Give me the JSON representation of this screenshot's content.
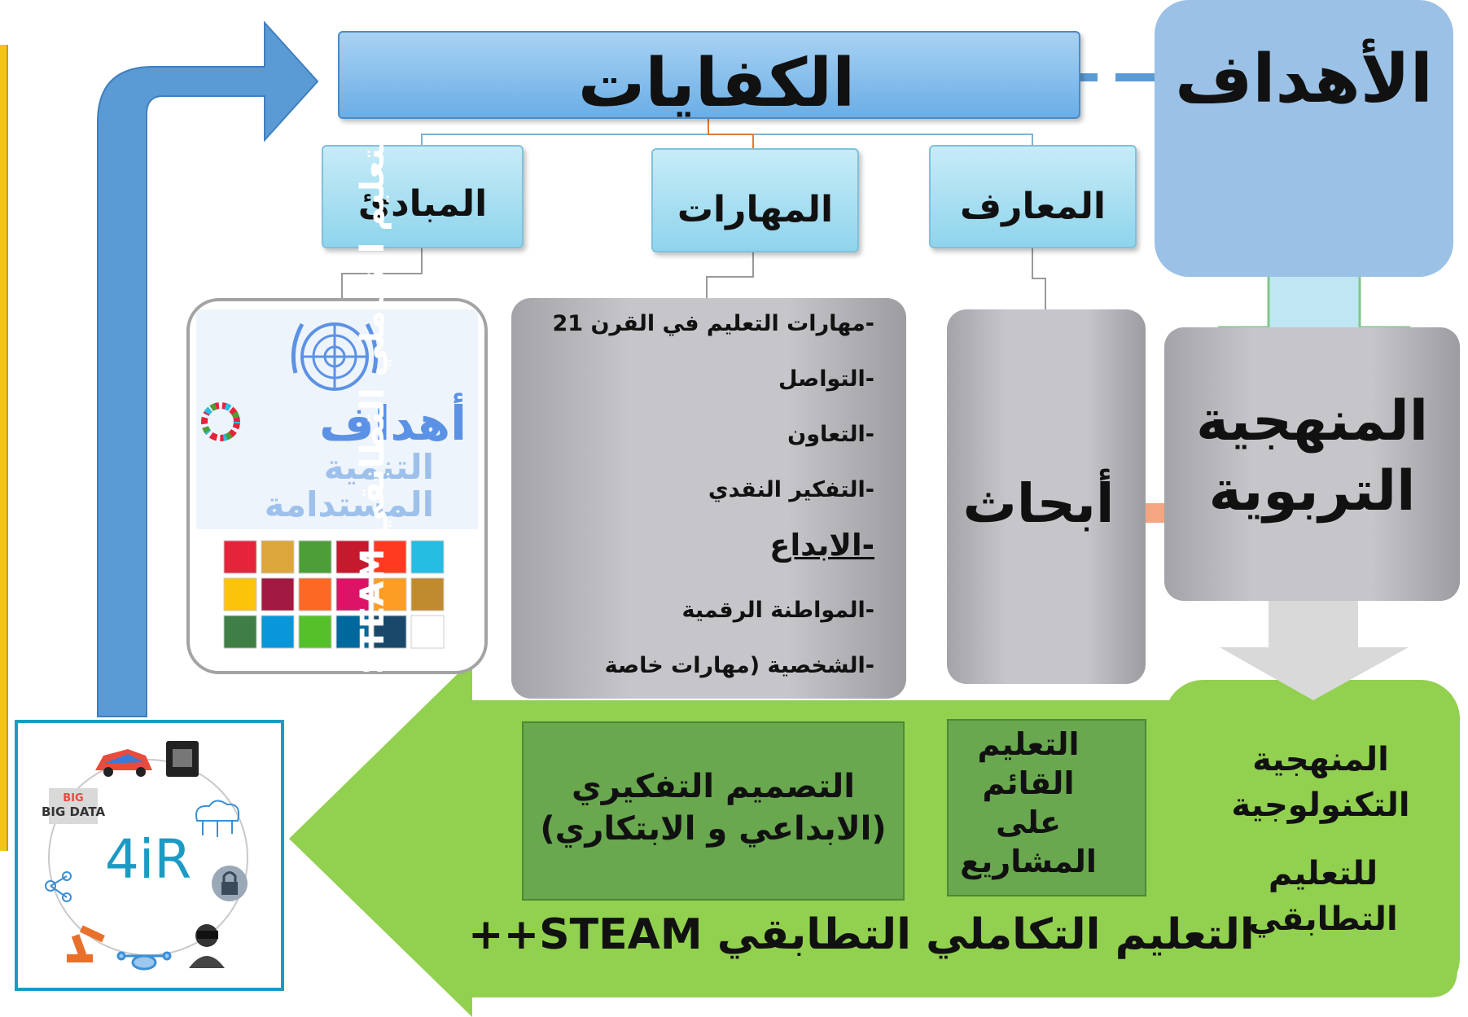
{
  "title": "الكفايات",
  "goals": "الأهداف",
  "categories": {
    "principles": "المبادئ",
    "skills": "المهارات",
    "knowledge": "المعارف"
  },
  "research": "أبحاث",
  "sdg": {
    "line1": "أهداف",
    "line2": "التنمية",
    "line3": "المستدامة",
    "tile_colors": [
      "#e5243b",
      "#dda63a",
      "#4c9f38",
      "#c5192d",
      "#ff3a21",
      "#26bde2",
      "#fcc30b",
      "#a21942",
      "#fd6925",
      "#dd1367",
      "#fd9d24",
      "#bf8b2e",
      "#3f7e44",
      "#0a97d9",
      "#56c02b",
      "#00689d",
      "#19486a",
      "#ffffff"
    ]
  },
  "skills_list": [
    "-مهارات التعليم في القرن 21",
    "-التواصل",
    "-التعاون",
    "-التفكير النقدي",
    "-الابداع",
    "-المواطنة الرقمية",
    "-الشخصية (مهارات خاصة"
  ],
  "methodology": {
    "line1": "المنهجية",
    "line2": "التربوية"
  },
  "tech_methodology": {
    "line1": "المنهجية",
    "line2": "التكنولوجية",
    "line3": "للتعليم",
    "line4": "التطابقي"
  },
  "design_thinking": {
    "line1": "التصميم التفكيري",
    "line2": "(الابداعي و الابتكاري)"
  },
  "project_learning": {
    "line1": "التعليم",
    "line2": "القائم",
    "line3": "على",
    "line4": "المشاريع"
  },
  "steam_bottom": "++STEAM التعليم التكاملي التطابقي",
  "steam_vertical": "++STEAM التعليم التكاملي التطابقي",
  "fouri": {
    "label": "4iR",
    "big_data": "BIG DATA"
  },
  "colors": {
    "blue_box": "#9bc2e6",
    "title_bar": "#6aaee6",
    "category": "#8fd4ec",
    "grey": "#c6c6ca",
    "green_light": "#92d050",
    "green_dark": "#69a84f",
    "arrow_blue": "#5b9bd5",
    "arrow_orange": "#f4a582",
    "accent_cyan": "#1b9bc4"
  }
}
